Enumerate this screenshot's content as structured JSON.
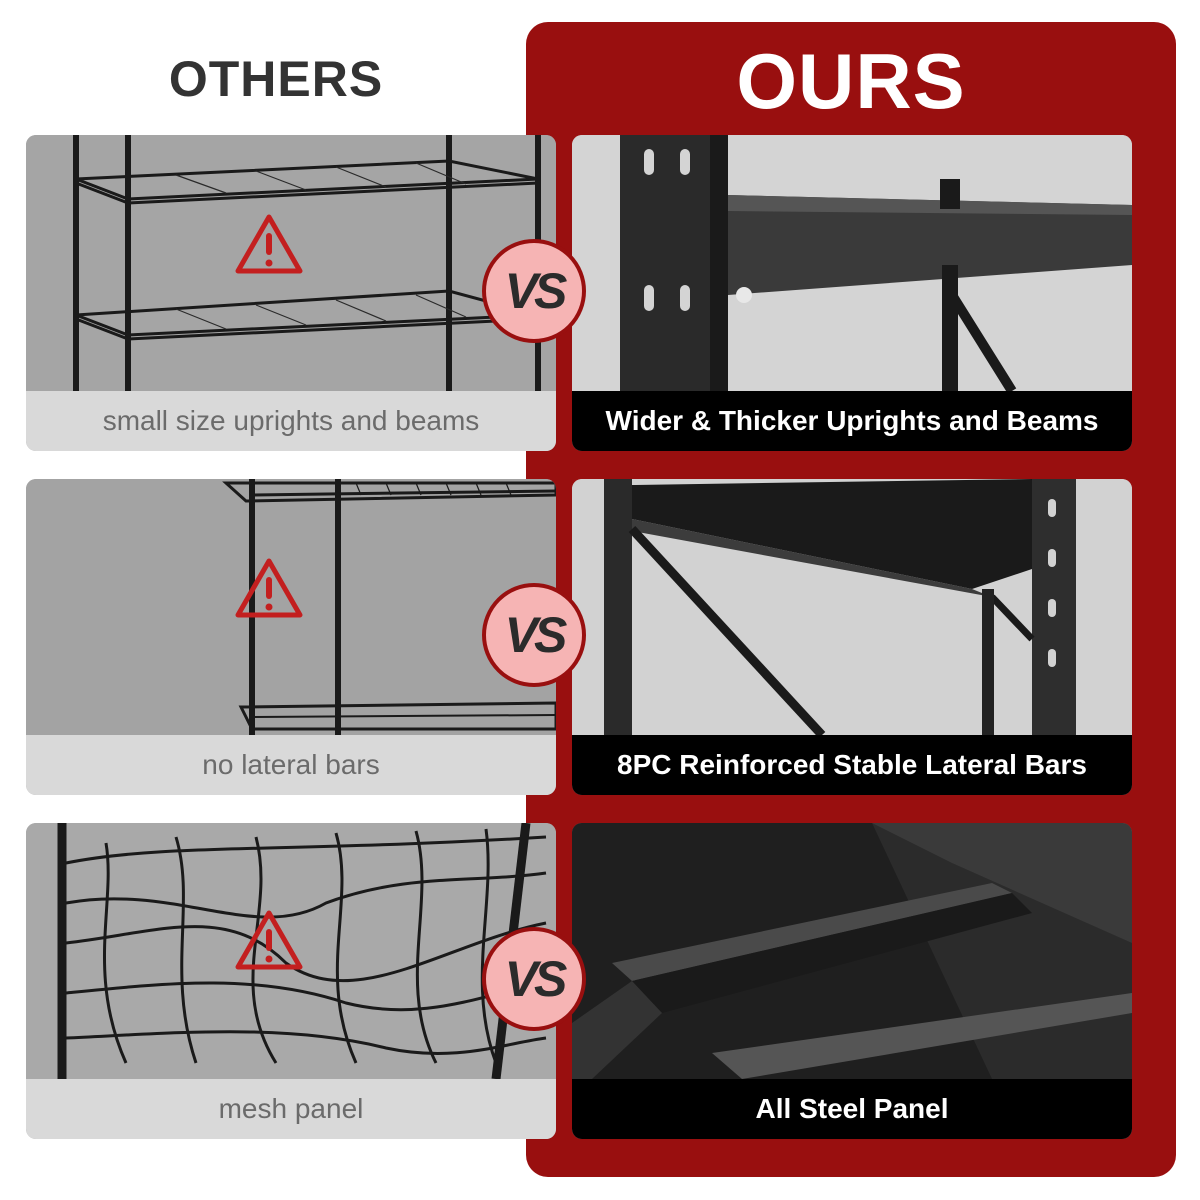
{
  "header": {
    "others_title": "OTHERS",
    "ours_title": "OURS"
  },
  "colors": {
    "ours_panel": "#990f0f",
    "vs_badge_fill": "#f6b4b4",
    "warning_red": "#c31f1f",
    "others_label_bg": "#d9d9d9",
    "ours_label_bg": "#000000"
  },
  "comparisons": [
    {
      "others_label": "small size uprights and beams",
      "ours_label": "Wider & Thicker Uprights and Beams",
      "vs": "VS",
      "others_icon": "warning-icon"
    },
    {
      "others_label": "no lateral bars",
      "ours_label": "8PC Reinforced Stable Lateral Bars",
      "vs": "VS",
      "others_icon": "warning-icon"
    },
    {
      "others_label": "mesh panel",
      "ours_label": "All Steel Panel",
      "vs": "VS",
      "others_icon": "warning-icon"
    }
  ]
}
